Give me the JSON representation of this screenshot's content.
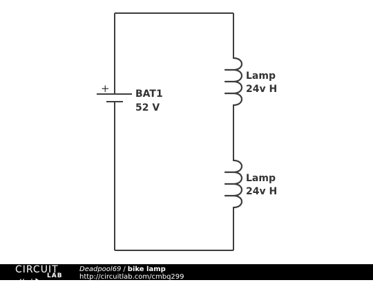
{
  "schematic": {
    "battery": {
      "name": "BAT1",
      "value": "52 V",
      "polarity": "+"
    },
    "lamps": [
      {
        "line1": "Lamp",
        "line2": "24v H"
      },
      {
        "line1": "Lamp",
        "line2": "24v H"
      }
    ]
  },
  "footer": {
    "logo_top": "CIRCUIT",
    "logo_bottom": "LAB",
    "user": "Deadpool69",
    "separator": "/",
    "title": "bike lamp",
    "url": "http://circuitlab.com/cmbq299"
  }
}
